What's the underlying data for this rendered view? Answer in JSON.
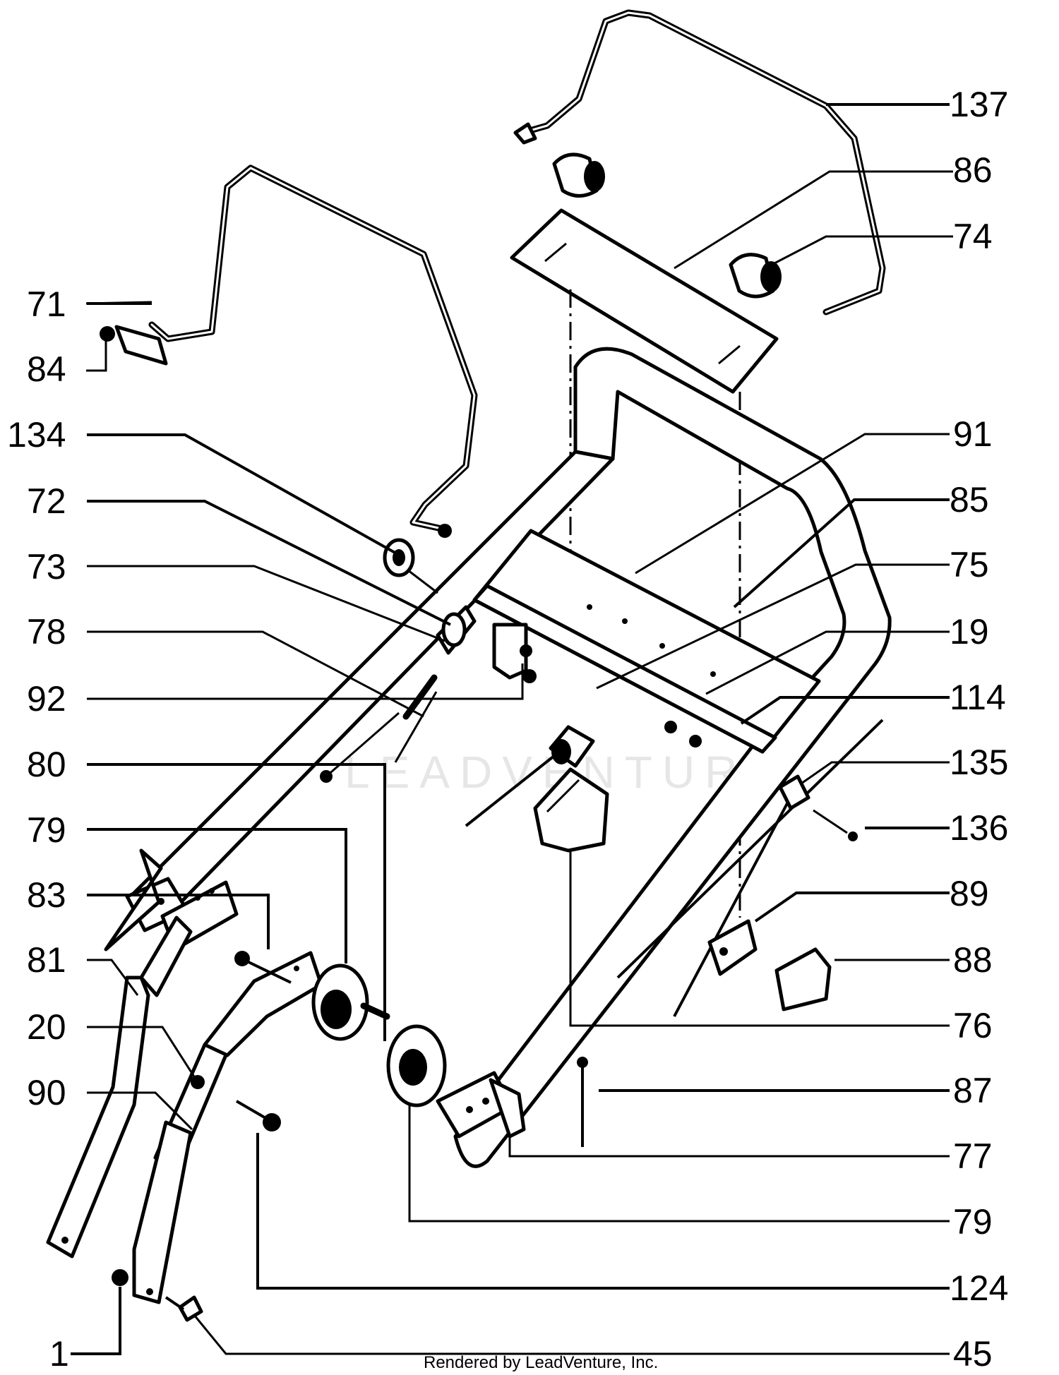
{
  "diagram": {
    "callouts": [
      "137",
      "86",
      "74",
      "71",
      "84",
      "134",
      "91",
      "72",
      "85",
      "73",
      "75",
      "78",
      "19",
      "92",
      "114",
      "80",
      "135",
      "79",
      "136",
      "83",
      "89",
      "81",
      "88",
      "20",
      "76",
      "90",
      "87",
      "77",
      "79",
      "124",
      "1",
      "45"
    ],
    "footer": "Rendered by LeadVenture, Inc.",
    "watermark": "LEADVENTURE"
  }
}
